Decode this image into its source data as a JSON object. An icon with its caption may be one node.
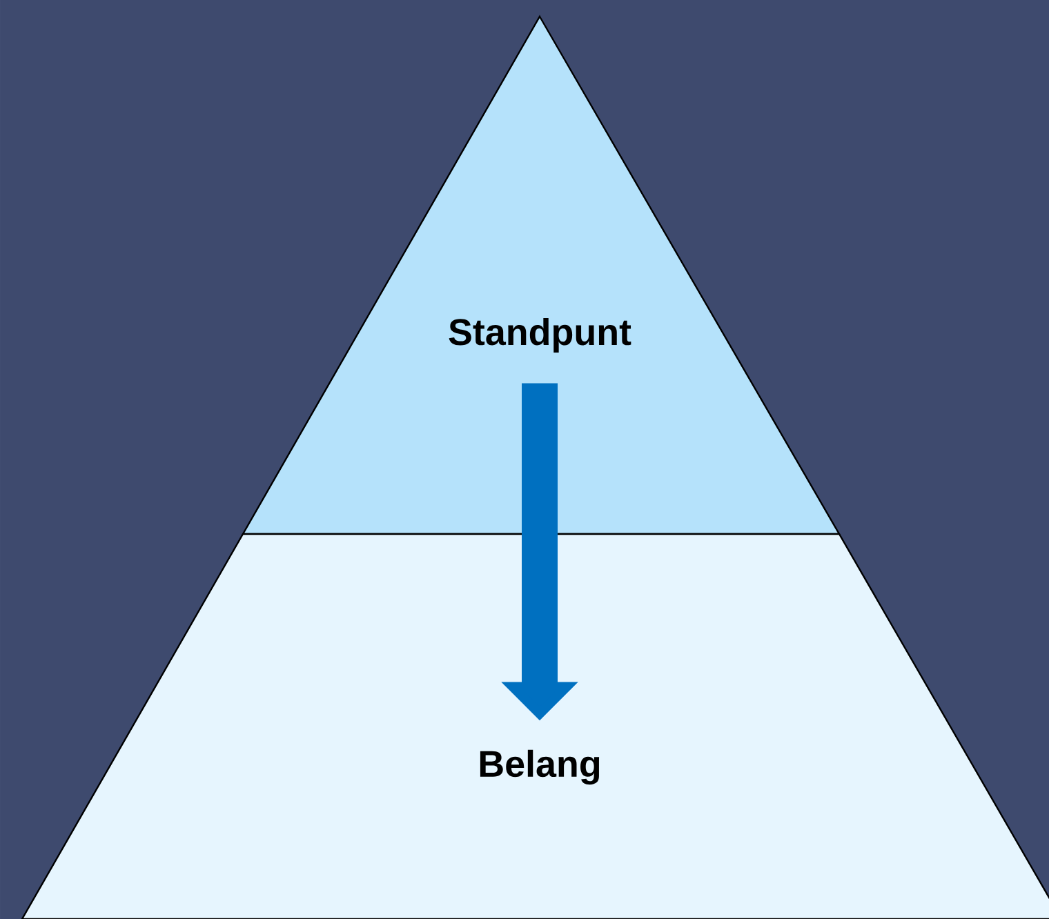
{
  "diagram": {
    "nodes": [
      {
        "text": [
          "Standpunt"
        ]
      },
      {
        "text": [
          "Belang"
        ]
      }
    ],
    "edges": [
      {
        "from": 0,
        "to": 1,
        "arrow": "to",
        "color": "#0070c0"
      }
    ]
  }
}
